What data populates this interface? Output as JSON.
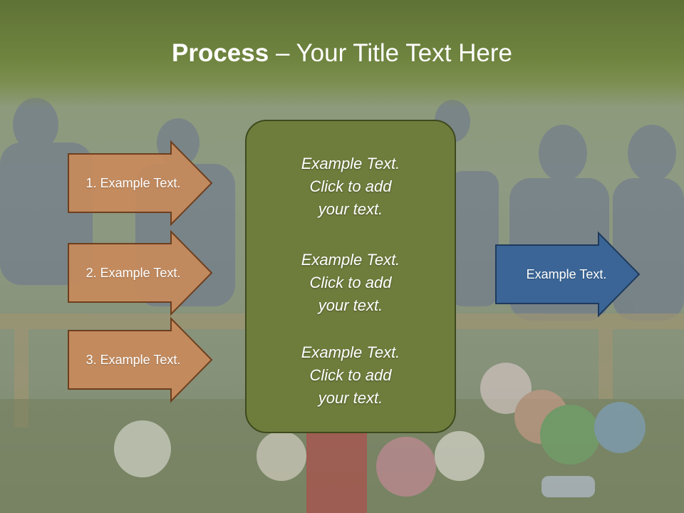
{
  "title": {
    "bold": "Process",
    "rest": " – Your Title Text Here"
  },
  "left_arrows": [
    {
      "label": "1. Example Text."
    },
    {
      "label": "2. Example Text."
    },
    {
      "label": "3. Example Text."
    }
  ],
  "center_box": {
    "paragraphs": [
      {
        "lines": [
          "Example Text.",
          "Click  to add",
          "your text."
        ]
      },
      {
        "lines": [
          "Example Text.",
          "Click  to add",
          "your text."
        ]
      },
      {
        "lines": [
          "Example Text.",
          "Click  to add",
          "your text."
        ]
      }
    ]
  },
  "right_arrow": {
    "label": "Example Text."
  },
  "colors": {
    "title_band": "#6f843f",
    "left_arrow_fill": "#c98a5a",
    "left_arrow_stroke": "#6e3f1e",
    "center_box_fill": "#6e7d3c",
    "right_arrow_fill": "#3a6596",
    "right_arrow_stroke": "#1f3a5c"
  }
}
